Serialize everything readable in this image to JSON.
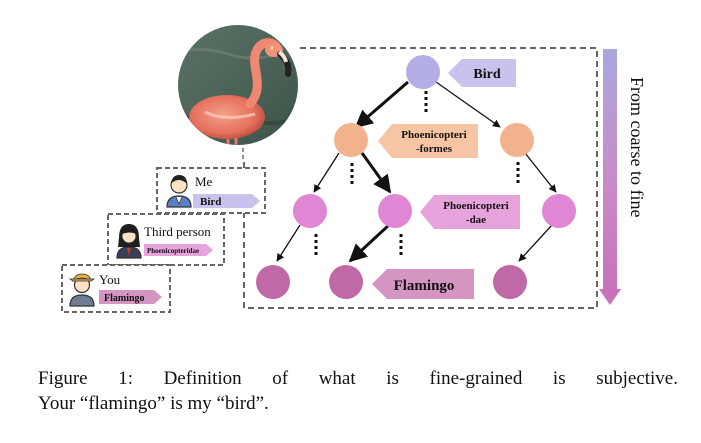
{
  "tree": {
    "labels": {
      "root": "Bird",
      "order_line1": "Phoenicopteri",
      "order_line2": "-formes",
      "family_line1": "Phoenicopteri",
      "family_line2": "-dae",
      "species": "Flamingo"
    },
    "arrow_label": "From coarse to fine"
  },
  "personas": [
    {
      "role": "Me",
      "tag": "Bird"
    },
    {
      "role": "Third person",
      "tag": "Phoenicopteridae"
    },
    {
      "role": "You",
      "tag": "Flamingo"
    }
  ],
  "colors": {
    "root_node": "#b4aee6",
    "order_node": "#f2b38c",
    "family_node": "#df86d4",
    "species_node": "#bf6aa6",
    "root_tag": "#c8c3ec",
    "order_tag": "#f7c5a3",
    "family_tag": "#e7a3dc",
    "species_tag": "#d495c2",
    "arrow_top": "#a9a7df",
    "arrow_bottom": "#c872bd"
  },
  "caption": {
    "line1": "Figure 1: Definition of what is fine-grained is subjective.",
    "line2": "Your “flamingo” is my “bird”."
  }
}
